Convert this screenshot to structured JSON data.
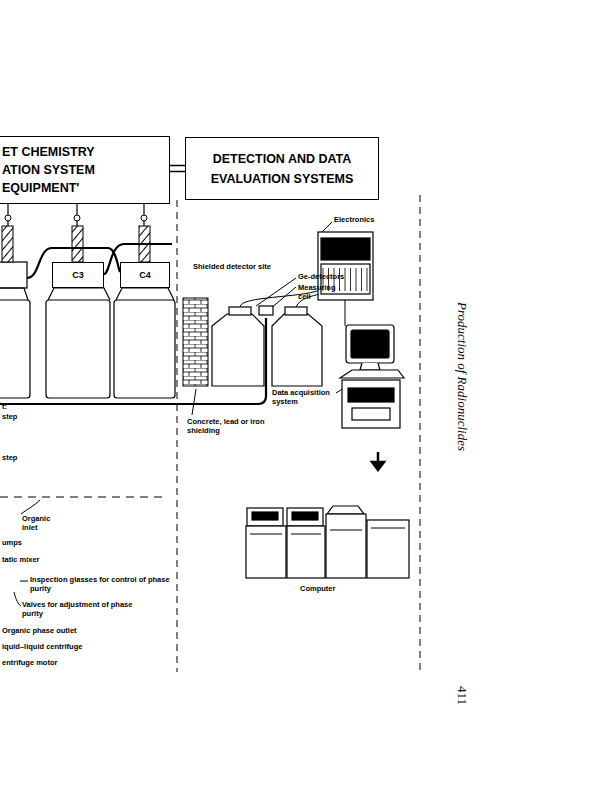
{
  "diagram": {
    "nodes": [
      {
        "text": [
          "ET CHEMISTRY ATION SYSTEM EQUIPMENT'"
        ]
      },
      {
        "text": [
          "DETECTION AND DATA EVALUATION SYSTEMS"
        ]
      },
      {
        "text": [
          "C3"
        ]
      },
      {
        "text": [
          "C4"
        ]
      }
    ],
    "edges": [
      {
        "from": 0,
        "to": 1,
        "arrow": "none"
      }
    ],
    "labels": [
      "Electronics",
      "Shielded detector site",
      "Ge-detectors",
      "Measuring cell",
      "Data acquisition system",
      "Concrete, lead or iron shielding",
      "Computer",
      "t:",
      "step",
      "step",
      "Organic inlet",
      "umps",
      "tatic mixer",
      "Inspection glasses for control of phase purity",
      "Valves for adjustment of phase purity",
      "Organic phase outlet",
      "iquid–liquid centrifuge",
      "entrifuge motor",
      "Production of Radionuclides",
      "411"
    ]
  }
}
